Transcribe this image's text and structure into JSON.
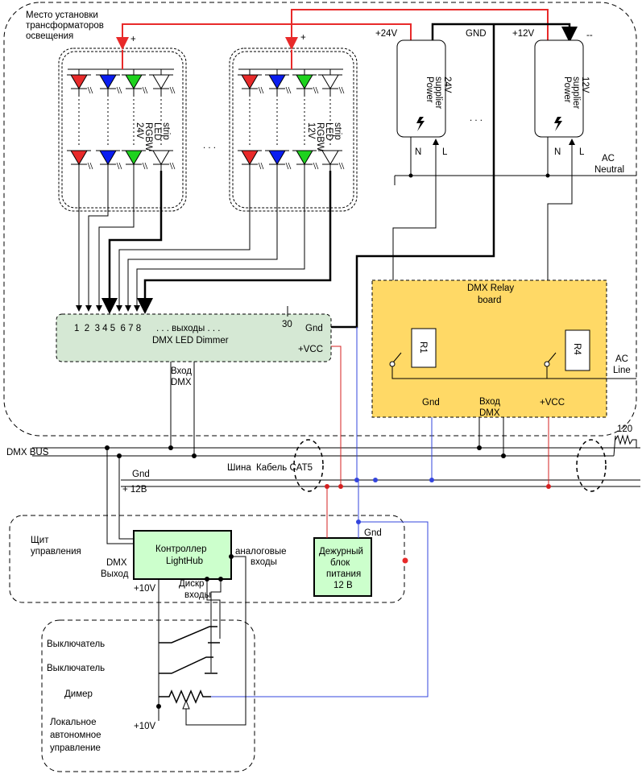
{
  "zones": {
    "install": "Место установки\nтрансформаторов\nосвещения",
    "panel": "Щит\nуправления",
    "local": "Локальное\nавтономное\nуправление"
  },
  "led": {
    "plus": "+",
    "dots": ". . .",
    "strip24": [
      "24V",
      "RGBW",
      "LED",
      "strip"
    ],
    "strip12": [
      "12V",
      "RGBW",
      "LED",
      "strip"
    ]
  },
  "psu": {
    "p24": {
      "label": [
        "Power",
        "supplier",
        "24V"
      ],
      "top": "+24V"
    },
    "p12": {
      "label": [
        "Power",
        "supplier",
        "12V"
      ],
      "top": "+12V"
    },
    "gnd": "GND",
    "minus": "--",
    "n": "N",
    "l": "L",
    "dots": ". . .",
    "ac_neutral": [
      "AC",
      "Neutral"
    ]
  },
  "dimmer": {
    "name": "DMX LED Dimmer",
    "outputs": "1  2  3 4 5  6 7 8",
    "outputs_text": ". . . выходы . . .",
    "ch30": "30",
    "gnd": "Gnd",
    "vcc": "+VCC",
    "dmx_in": [
      "Вход",
      "DMX"
    ]
  },
  "relay": {
    "title": [
      "DMX Relay",
      "board"
    ],
    "r1": "R1",
    "r4": "R4",
    "gnd": "Gnd",
    "dmx_in": [
      "Вход",
      "DMX"
    ],
    "vcc": "+VCC",
    "ac_line": [
      "AC",
      "Line"
    ]
  },
  "bus": {
    "dmx": "DMX BUS",
    "res": "120",
    "gnd": "Gnd",
    "v12": "+ 12В",
    "shina": "Шина",
    "cable": "Кабель CAT5"
  },
  "controller": {
    "name": [
      "Контроллер",
      "LightHub"
    ],
    "dmx_out": [
      "DMX",
      "Выход"
    ],
    "analog": [
      "аналоговые",
      "входы"
    ],
    "digital": [
      "Дискр",
      "входы"
    ],
    "v10": "+10V"
  },
  "standby": {
    "name": [
      "Дежурный",
      "блок",
      "питания",
      "12 В"
    ],
    "gnd": "Gnd"
  },
  "local_ctrl": {
    "switch1": "Выключатель",
    "switch2": "Выключатель",
    "dimmer": "Димер",
    "v10": "+10V"
  },
  "colors": {
    "red": "#e82a2a",
    "blue": "#0a1df0",
    "green": "#1ed21e",
    "wire_red": "#d42020",
    "wire_blue": "#3344dd",
    "dimmer_fill": "#d5e8d4",
    "relay_fill": "#ffd966",
    "ctrl_fill": "#ccffcc"
  }
}
